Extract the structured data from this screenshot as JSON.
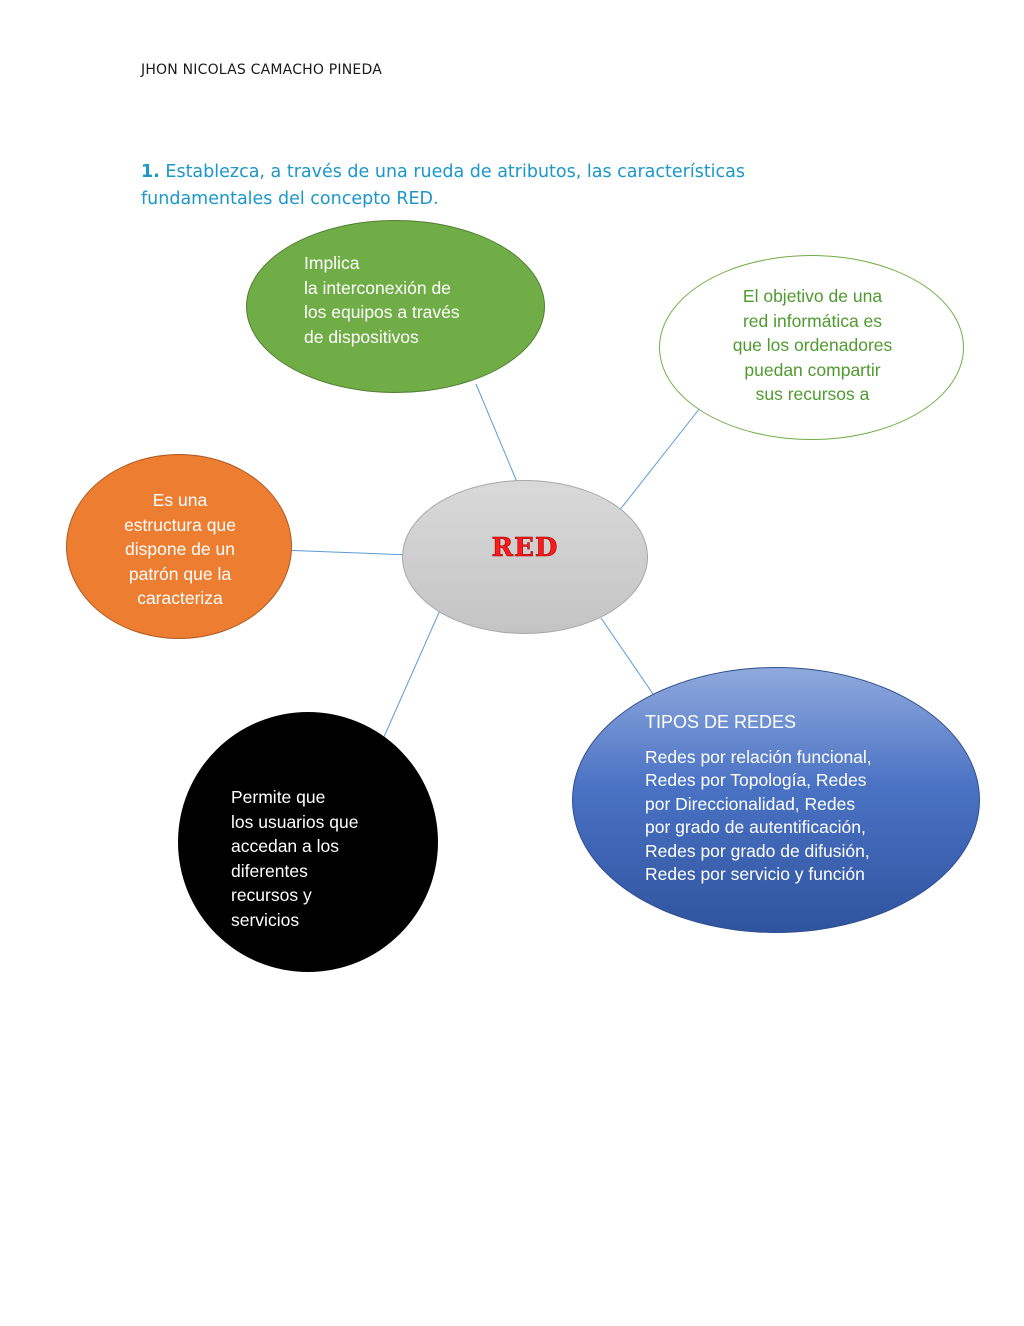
{
  "header": {
    "author": "JHON NICOLAS CAMACHO PINEDA"
  },
  "question": {
    "number": "1.",
    "text": " Establezca, a través de una rueda de atributos, las características fundamentales del concepto RED."
  },
  "diagram": {
    "center": {
      "label": "RED"
    },
    "nodes": {
      "green": {
        "text": " Implica\nla interconexión de\nlos equipos a través\nde dispositivos"
      },
      "outline": {
        "text": "El objetivo de una\nred informática es\nque los ordenadores\npuedan compartir\nsus recursos a"
      },
      "orange": {
        "text": "Es una\nestructura que\ndispone de un\npatrón que la\ncaracteriza"
      },
      "blue": {
        "title": "TIPOS DE REDES",
        "body": "Redes por relación funcional,\nRedes por Topología, Redes\npor Direccionalidad, Redes\npor grado de autentificación,\nRedes por grado de difusión,\nRedes por servicio y función"
      },
      "black": {
        "text": "Permite que\nlos usuarios que\naccedan a los\ndiferentes\nrecursos y\nservicios"
      }
    },
    "colors": {
      "green": "#70ad47",
      "orange": "#ed7d31",
      "blue": "#4a72c4",
      "black": "#000000",
      "center": "#d0d0d0",
      "center_label": "#ff1a1a",
      "connector": "#5b9bd5",
      "question": "#1b97c9"
    }
  }
}
